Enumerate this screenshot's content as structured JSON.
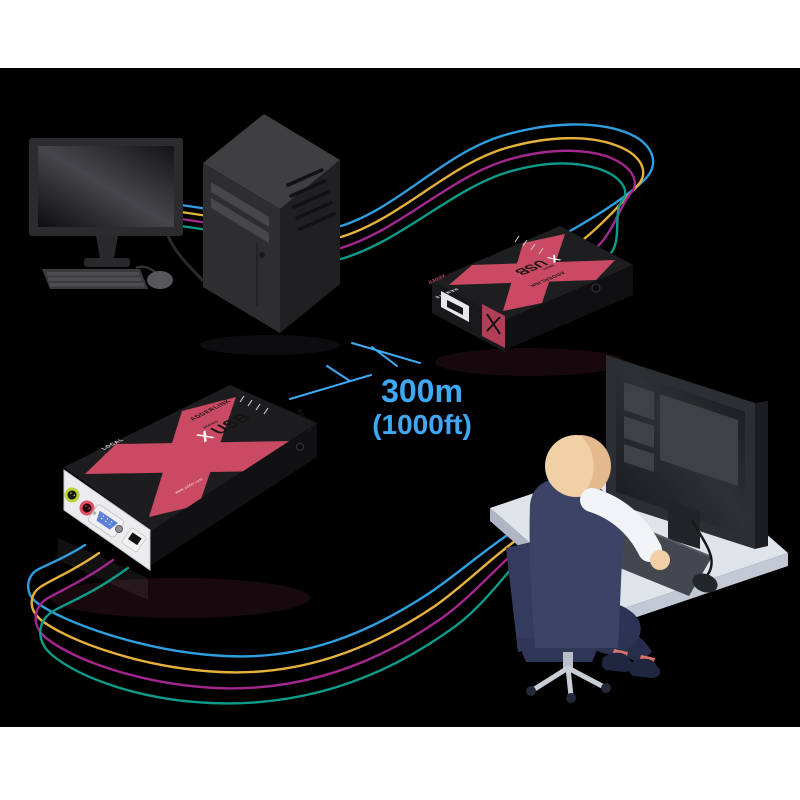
{
  "canvas": {
    "background_color": "#000000",
    "frame_color": "#ffffff"
  },
  "annotation": {
    "distance": "300m",
    "distance_alt": "(1000ft)",
    "color": "#3fa9f5"
  },
  "devices": {
    "local": {
      "brand": "ADDERLINK",
      "series_letter": "X",
      "series_word": "SERIES",
      "model": "USB",
      "unit_label": "LOCAL",
      "edge_brand": "ADDER",
      "website": "www.adder.com",
      "accent_color": "#c94a62"
    },
    "remote": {
      "brand": "ADDERLINK",
      "series_letter": "X",
      "series_word": "SERIES",
      "model": "USB",
      "unit_label": "REMOTE",
      "edge_brand": "ADDER",
      "accent_color": "#c94a62"
    }
  },
  "cables": {
    "cyan": "#2f9fe0",
    "yellow": "#e6b23c",
    "magenta": "#a3278f",
    "teal": "#0d9c8a"
  }
}
